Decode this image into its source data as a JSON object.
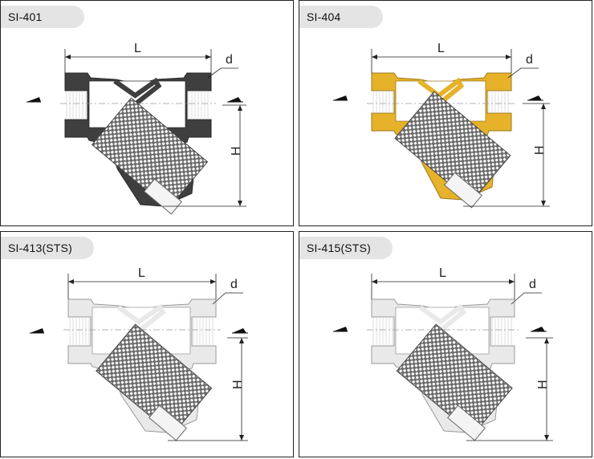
{
  "panels": [
    {
      "model": "SI-401",
      "dim_L": "L",
      "dim_d": "d",
      "dim_H": "H",
      "body_color": "#3f3f3f",
      "finish": "dark"
    },
    {
      "model": "SI-404",
      "dim_L": "L",
      "dim_d": "d",
      "dim_H": "H",
      "body_color": "#e6b22a",
      "finish": "brass"
    },
    {
      "model": "SI-413(STS)",
      "dim_L": "L",
      "dim_d": "d",
      "dim_H": "H",
      "body_color": "#e9e9e9",
      "finish": "stainless"
    },
    {
      "model": "SI-415(STS)",
      "dim_L": "L",
      "dim_d": "d",
      "dim_H": "H",
      "body_color": "#e9e9e9",
      "finish": "stainless"
    }
  ]
}
